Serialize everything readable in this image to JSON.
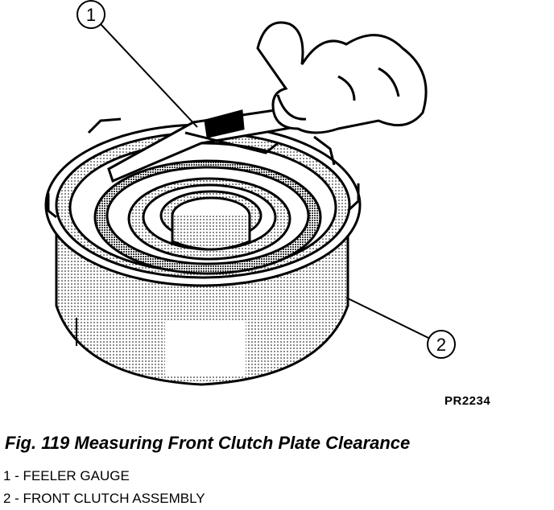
{
  "figure": {
    "caption": "Fig. 119 Measuring Front Clutch Plate Clearance",
    "image_code": "PR2234",
    "callouts": [
      {
        "number": "1",
        "label": "1 - FEELER GAUGE"
      },
      {
        "number": "2",
        "label": "2 - FRONT CLUTCH ASSEMBLY"
      }
    ]
  }
}
